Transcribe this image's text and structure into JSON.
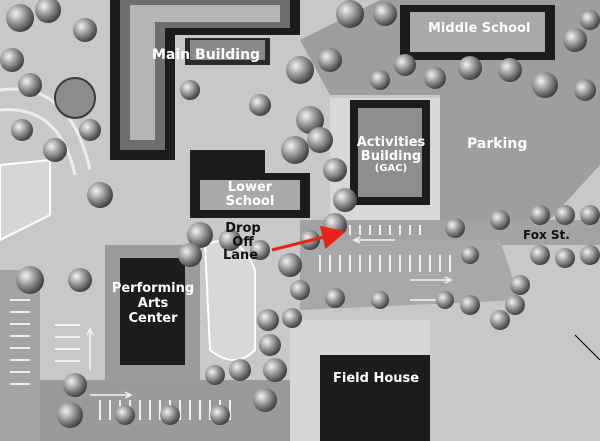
{
  "map": {
    "labels": {
      "main_building": "Main Building",
      "middle_school": "Middle School",
      "activities_line1": "Activities",
      "activities_line2": "Building",
      "activities_abbr": "(GAC)",
      "parking": "Parking",
      "lower_line1": "Lower",
      "lower_line2": "School",
      "dropoff_line1": "Drop",
      "dropoff_line2": "Off",
      "dropoff_line3": "Lane",
      "fox_st": "Fox St.",
      "pac_line1": "Performing",
      "pac_line2": "Arts",
      "pac_line3": "Center",
      "field_house": "Field House"
    },
    "colors": {
      "ground": "#c4c4c4",
      "pavement": "#9c9c9c",
      "building_dark": "#1e1e1e",
      "building_light": "#cfcfcf",
      "tree": "#7a7a7a",
      "arrow": "#e8231a",
      "label_light": "#ffffff",
      "label_dark": "#111111"
    }
  }
}
